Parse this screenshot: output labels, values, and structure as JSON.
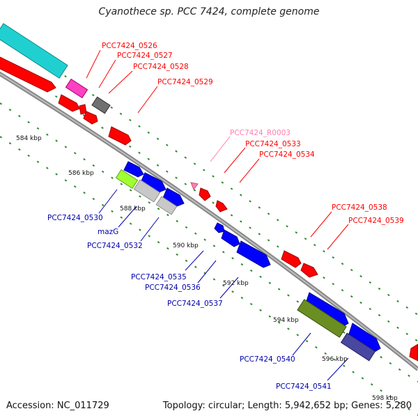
{
  "title": "Cyanothece sp. PCC 7424, complete genome",
  "footer": {
    "accession": "Accession: NC_011729",
    "summary": "Topology: circular; Length: 5,942,652 bp; Genes: 5,280"
  },
  "colors": {
    "backbone": "#8a8a8a",
    "tick": "#2e8b2e",
    "red": "#ff0000",
    "blue": "#0000ff",
    "pink": "#ff80b0",
    "cyan": "#20d0d0",
    "magenta": "#ff40c0",
    "dark_gray": "#707070",
    "light_gray": "#c8c8c8",
    "lime": "#a0ff30",
    "olive": "#6b8e23",
    "navy": "#4848a0"
  },
  "scale_labels": [
    "584 kbp",
    "586 kbp",
    "588 kbp",
    "590 kbp",
    "592 kbp",
    "594 kbp",
    "596 kbp",
    "598 kbp"
  ],
  "gene_labels": {
    "top": [
      "PCC7424_0526",
      "PCC7424_0527",
      "PCC7424_0528",
      "PCC7424_0529",
      "PCC7424_R0003",
      "PCC7424_0533",
      "PCC7424_0534",
      "PCC7424_0538",
      "PCC7424_0539"
    ],
    "bottom": [
      "PCC7424_0530",
      "mazG",
      "PCC7424_0532",
      "PCC7424_0535",
      "PCC7424_0536",
      "PCC7424_0537",
      "PCC7424_0540",
      "PCC7424_0541"
    ]
  }
}
